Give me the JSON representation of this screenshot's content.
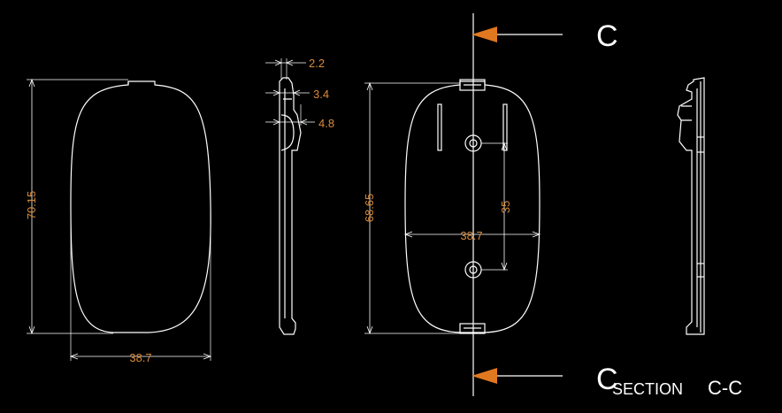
{
  "drawing": {
    "colors": {
      "background": "#000000",
      "geometry": "#ffffff",
      "dimension_text": "#d98a3a",
      "section_arrow": "#e07820"
    },
    "front_view": {
      "height_dim": "70.15",
      "width_dim": "38.7"
    },
    "side_view": {
      "dims": [
        "2.2",
        "3.4",
        "4.8"
      ]
    },
    "back_view": {
      "height_dim": "68.65",
      "width_dim": "38.7",
      "hole_spacing_dim": "35"
    },
    "section": {
      "letter_top": "C",
      "letter_bottom": "C",
      "label_word": "SECTION",
      "label_id": "C-C"
    }
  }
}
